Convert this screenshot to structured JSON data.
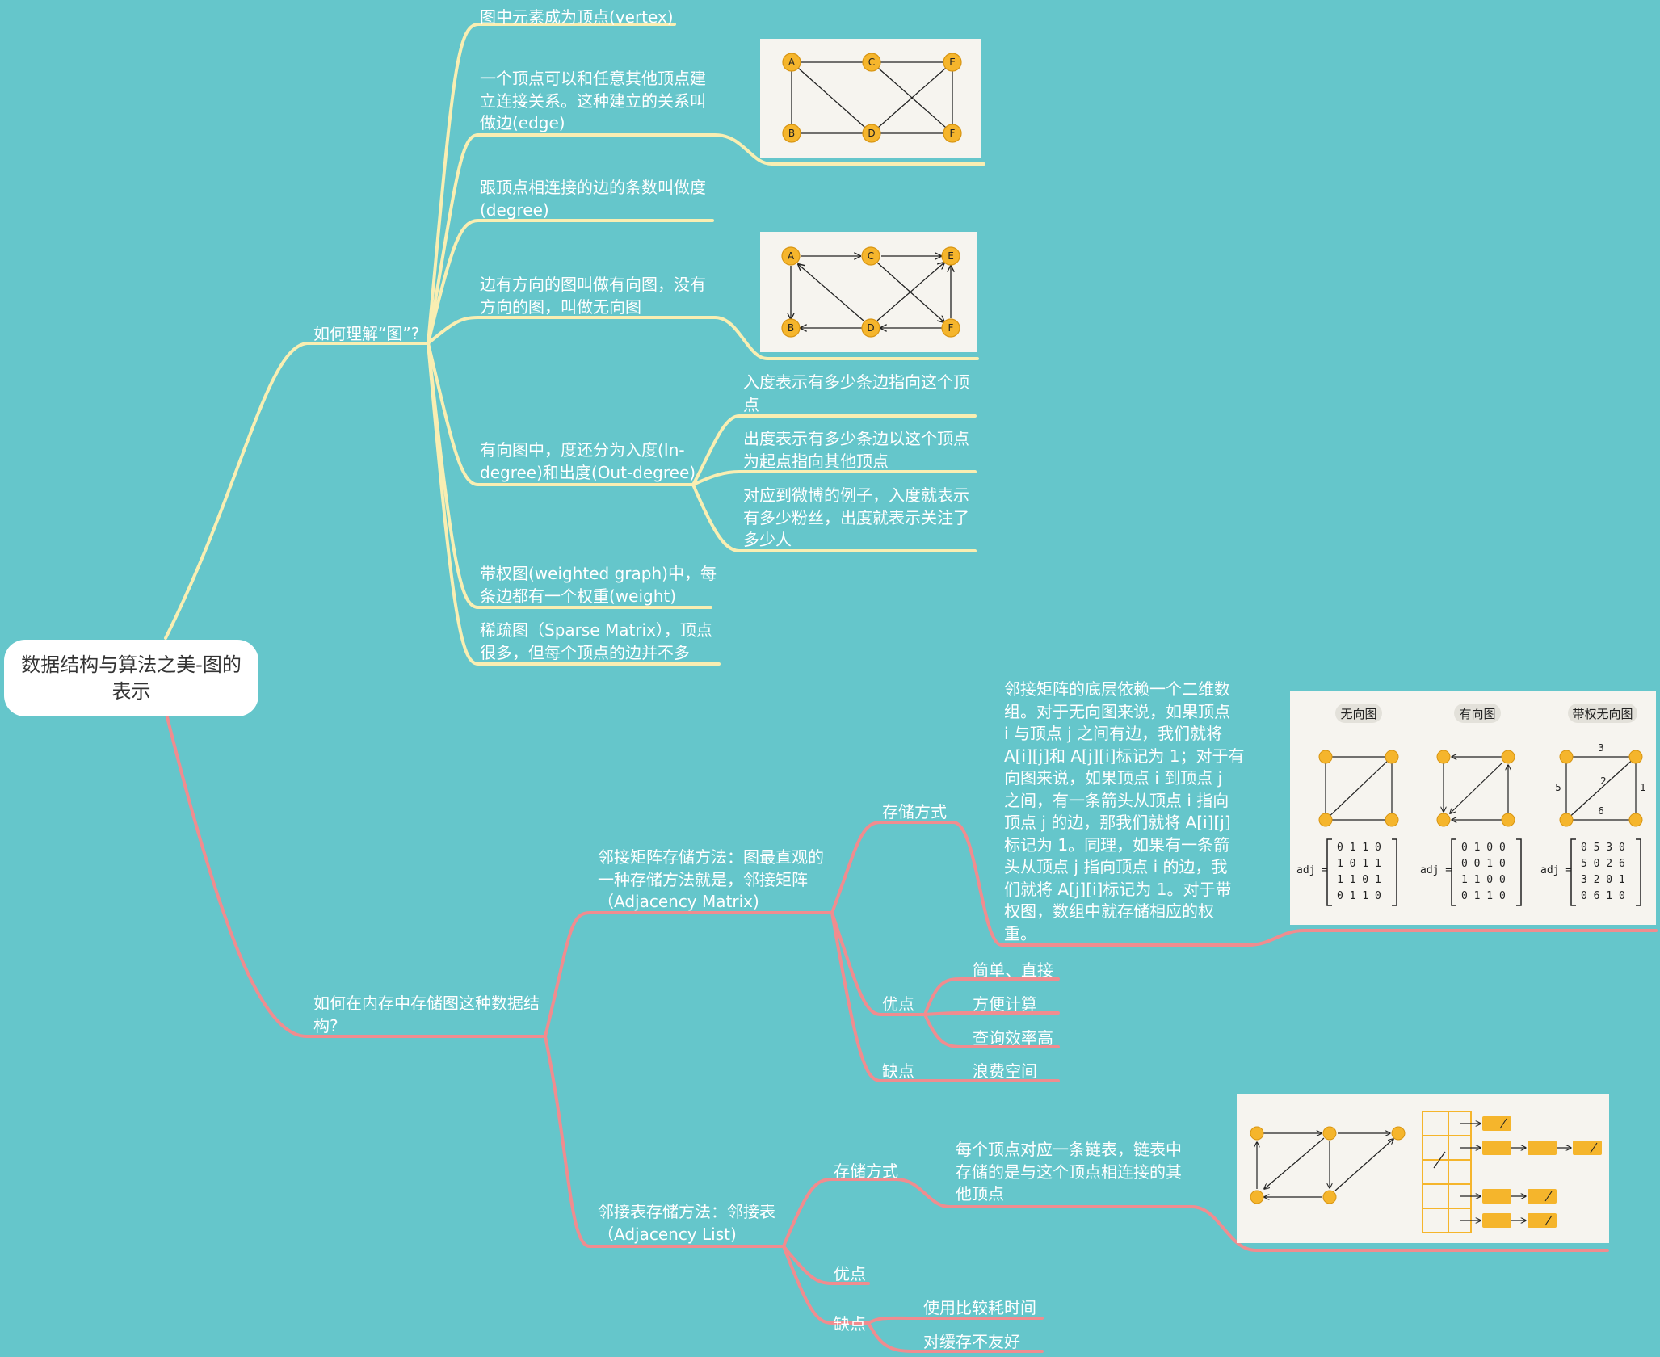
{
  "root": "数据结构与算法之美-图的\n表示",
  "branch1": {
    "label": "如何理解“图”?",
    "vertex": "图中元素成为顶点(vertex)",
    "edge": "一个顶点可以和任意其他顶点建\n立连接关系。这种建立的关系叫\n做边(edge)",
    "degree": "跟顶点相连接的边的条数叫做度\n(degree)",
    "directed": "边有方向的图叫做有向图，没有\n方向的图，叫做无向图",
    "inout": "有向图中，度还分为入度(In-\ndegree)和出度(Out-degree)",
    "indegree": "入度表示有多少条边指向这个顶\n点",
    "outdegree": "出度表示有多少条边以这个顶点\n为起点指向其他顶点",
    "weibo": "对应到微博的例子，入度就表示\n有多少粉丝，出度就表示关注了\n多少人",
    "weighted": "带权图(weighted graph)中，每\n条边都有一个权重(weight)",
    "sparse": "稀疏图（Sparse Matrix），顶点\n很多，但每个顶点的边并不多"
  },
  "graph_vertices": [
    "A",
    "C",
    "E",
    "B",
    "D",
    "F"
  ],
  "branch2": {
    "label": "如何在内存中存储图这种数据结\n构?",
    "matrix": {
      "label": "邻接矩阵存储方法：图最直观的\n一种存储方法就是，邻接矩阵\n（Adjacency Matrix)",
      "storage": "存储方式",
      "storage_desc": "邻接矩阵的底层依赖一个二维数\n组。对于无向图来说，如果顶点\ni 与顶点 j 之间有边，我们就将\nA[i][j]和 A[j][i]标记为 1；对于有\n向图来说，如果顶点 i 到顶点 j\n之间，有一条箭头从顶点 i 指向\n顶点 j 的边，那我们就将 A[i][j]\n标记为 1。同理，如果有一条箭\n头从顶点 j 指向顶点 i 的边，我\n们就将 A[j][i]标记为 1。对于带\n权图，数组中就存储相应的权\n重。",
      "pros": "优点",
      "pro_items": [
        "简单、直接",
        "方便计算",
        "查询效率高"
      ],
      "cons": "缺点",
      "con_items": [
        "浪费空间"
      ],
      "figure_titles": [
        "无向图",
        "有向图",
        "带权无向图"
      ],
      "adj_label": "adj =",
      "matrices": [
        [
          "0 1 1 0",
          "1 0 1 1",
          "1 1 0 1",
          "0 1 1 0"
        ],
        [
          "0 1 0 0",
          "0 0 1 0",
          "1 1 0 0",
          "0 1 1 0"
        ],
        [
          "0 5 3 0",
          "5 0 2 6",
          "3 2 0 1",
          "0 6 1 0"
        ]
      ],
      "weights": [
        "3",
        "5",
        "2",
        "1",
        "6"
      ]
    },
    "list": {
      "label": "邻接表存储方法：邻接表\n（Adjacency List)",
      "storage": "存储方式",
      "storage_desc": "每个顶点对应一条链表，链表中\n存储的是与这个顶点相连接的其\n他顶点",
      "pros": "优点",
      "cons": "缺点",
      "con_items": [
        "使用比较耗时间",
        "对缓存不友好"
      ]
    }
  },
  "colors": {
    "background": "#65c6cb",
    "branch_yellow": "#f9eeb2",
    "branch_pink": "#f08c8f",
    "node_orange": "#f5b52c"
  }
}
